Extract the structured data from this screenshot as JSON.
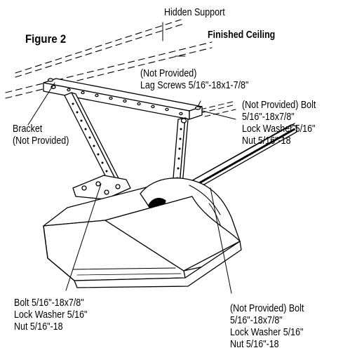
{
  "figure_label": "Figure 2",
  "labels": {
    "hidden_support": "Hidden Support",
    "finished_ceiling": "Finished Ceiling",
    "lag_screws": [
      "(Not Provided)",
      "Lag Screws 5/16\"-18x1-7/8\""
    ],
    "bracket": [
      "Bracket",
      "(Not Provided)"
    ],
    "right_hardware": [
      "(Not Provided) Bolt",
      "5/16\"-18x7/8\"",
      "Lock Washer 5/16\"",
      "Nut 5/16\"-18"
    ],
    "bottom_left_hardware": [
      "Bolt 5/16\"-18x7/8\"",
      "Lock Washer 5/16\"",
      "Nut 5/16\"-18"
    ],
    "bottom_right_hardware": [
      "(Not Provided) Bolt",
      "5/16\"-18x7/8\"",
      "Lock Washer 5/16\"",
      "Nut 5/16\"-18"
    ]
  }
}
